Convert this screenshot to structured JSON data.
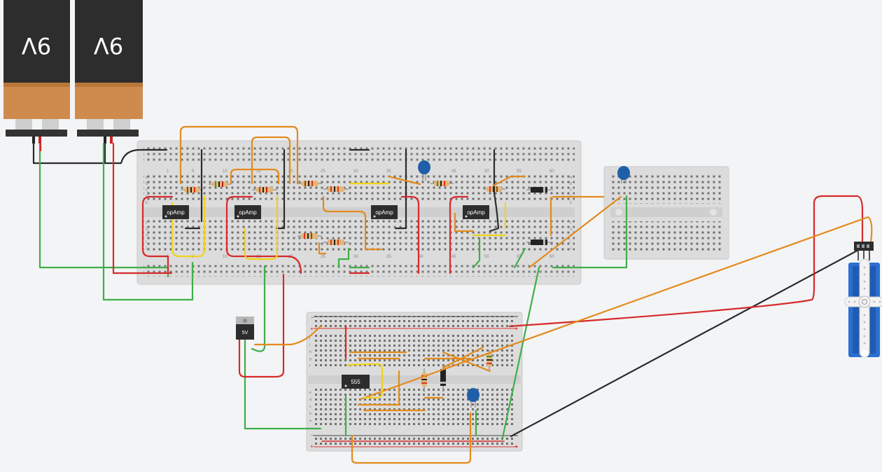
{
  "batteries": [
    {
      "label": "9V"
    },
    {
      "label": "9V"
    }
  ],
  "chips": [
    {
      "label": "opAmp"
    },
    {
      "label": "opAmp"
    },
    {
      "label": "opAmp"
    },
    {
      "label": "opAmp"
    },
    {
      "label": "555"
    }
  ],
  "regulator": {
    "label": "5V"
  },
  "main_breadboard": {
    "column_numbers": [
      "1",
      "5",
      "10",
      "15",
      "20",
      "25",
      "30",
      "35",
      "40",
      "45",
      "50",
      "55",
      "60"
    ],
    "row_letters_top": [
      "A",
      "B",
      "C",
      "D",
      "E"
    ],
    "row_letters_bottom": [
      "F",
      "G",
      "H",
      "I",
      "J"
    ]
  },
  "lower_breadboard": {
    "rail_minus": "−",
    "rail_plus": "+",
    "row_letters_top": [
      "j",
      "i",
      "h",
      "g",
      "f"
    ],
    "row_letters_bottom": [
      "e",
      "d",
      "c",
      "b",
      "a"
    ]
  },
  "colors": {
    "background": "#f3f4f6",
    "wire_red": "#d62a2a",
    "wire_black": "#2b2b2b",
    "wire_green": "#3fae49",
    "wire_orange": "#e38a1c",
    "wire_yellow": "#f0d21a",
    "capacitor_blue": "#1f5fa8",
    "servo_blue": "#2a6fd1"
  }
}
